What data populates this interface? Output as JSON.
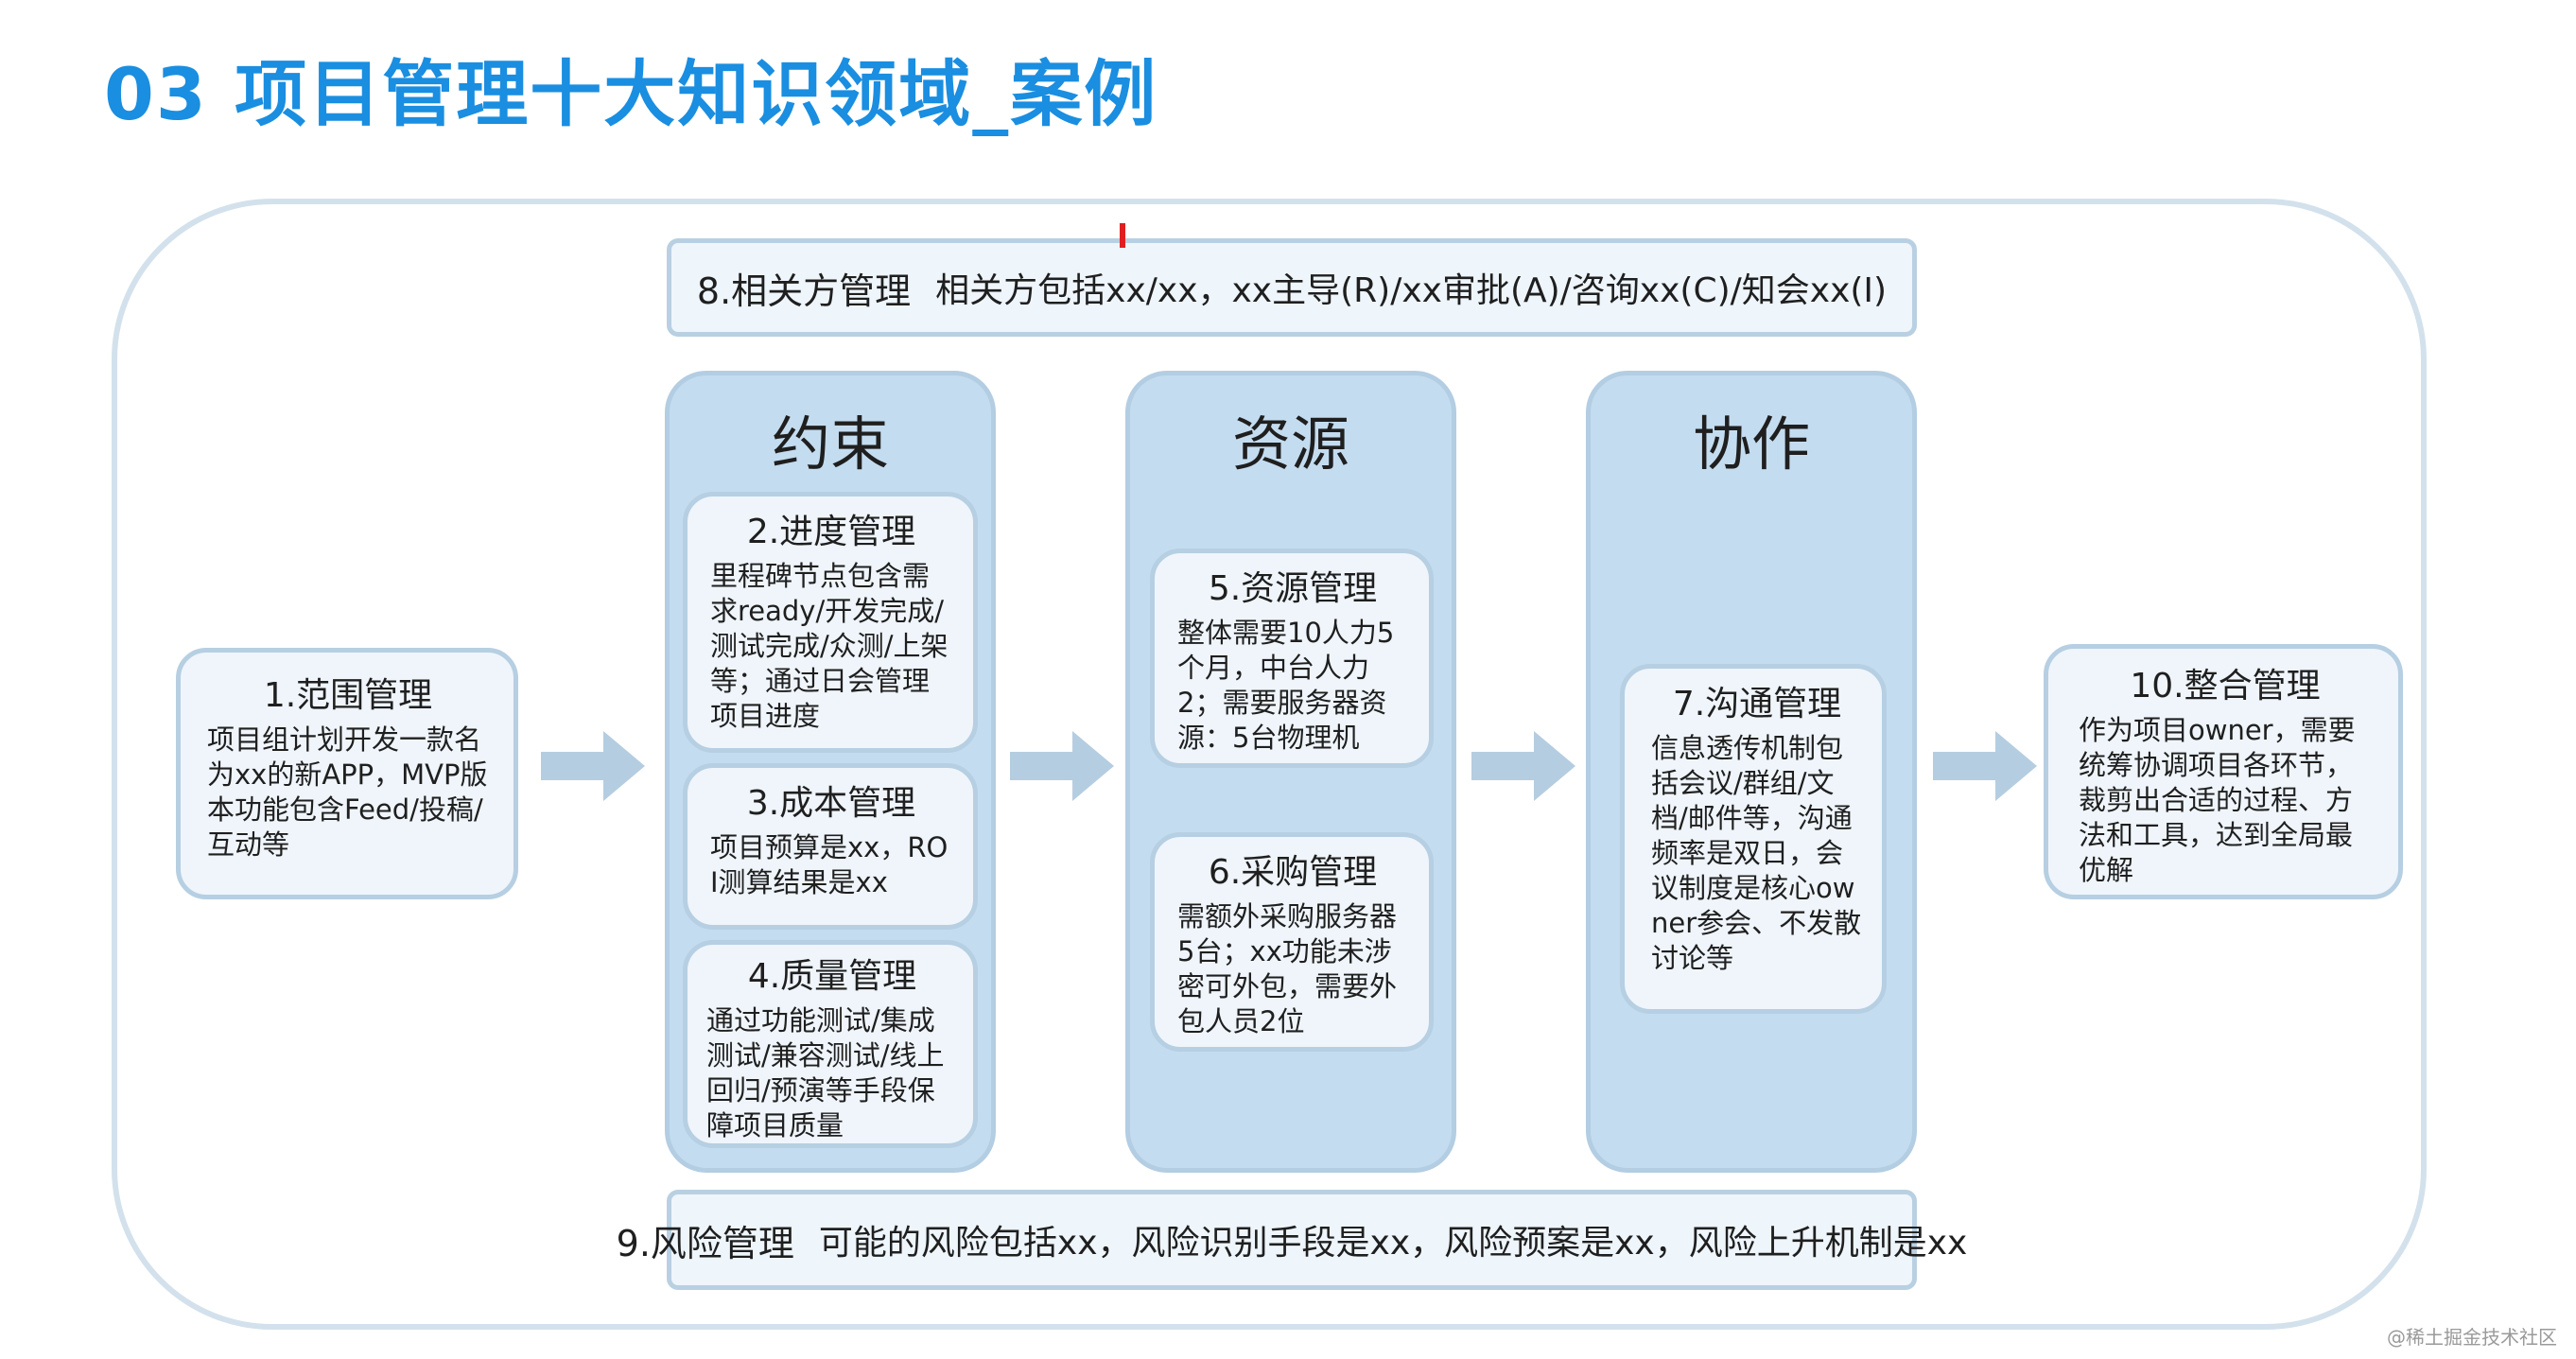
{
  "title": "03 项目管理十大知识领域_案例",
  "stakeholder": {
    "label": "8.相关方管理",
    "text": "相关方包括xx/xx，xx主导(R)/xx审批(A)/咨询xx(C)/知会xx(I)"
  },
  "risk": {
    "label": "9.风险管理",
    "text": "可能的风险包括xx，风险识别手段是xx，风险预案是xx，风险上升机制是xx"
  },
  "scope": {
    "title": "1.范围管理",
    "body": "项目组计划开发一款名为xx的新APP，MVP版本功能包含Feed/投稿/互动等"
  },
  "columns": {
    "constraints": {
      "title": "约束",
      "schedule": {
        "title": "2.进度管理",
        "body": "里程碑节点包含需求ready/开发完成/测试完成/众测/上架等；通过日会管理项目进度"
      },
      "cost": {
        "title": "3.成本管理",
        "body": "项目预算是xx，ROI测算结果是xx"
      },
      "quality": {
        "title": "4.质量管理",
        "body": "通过功能测试/集成测试/兼容测试/线上回归/预演等手段保障项目质量"
      }
    },
    "resources": {
      "title": "资源",
      "resource": {
        "title": "5.资源管理",
        "body": "整体需要10人力5个月，中台人力2；需要服务器资源：5台物理机"
      },
      "procurement": {
        "title": "6.采购管理",
        "body": "需额外采购服务器5台；xx功能未涉密可外包，需要外包人员2位"
      }
    },
    "collaboration": {
      "title": "协作",
      "communication": {
        "title": "7.沟通管理",
        "body": "信息透传机制包括会议/群组/文档/邮件等，沟通频率是双日，会议制度是核心owner参会、不发散讨论等"
      }
    }
  },
  "integration": {
    "title": "10.整合管理",
    "body": "作为项目owner，需要统筹协调项目各环节，裁剪出合适的过程、方法和工具，达到全局最优解"
  },
  "watermark": "@稀土掘金技术社区",
  "colors": {
    "title": "#1a8ee0",
    "column_fill": "#c4dcef",
    "card_fill": "#eff5fb",
    "border": "#b6cfe2",
    "arrow": "#b5cde0"
  }
}
